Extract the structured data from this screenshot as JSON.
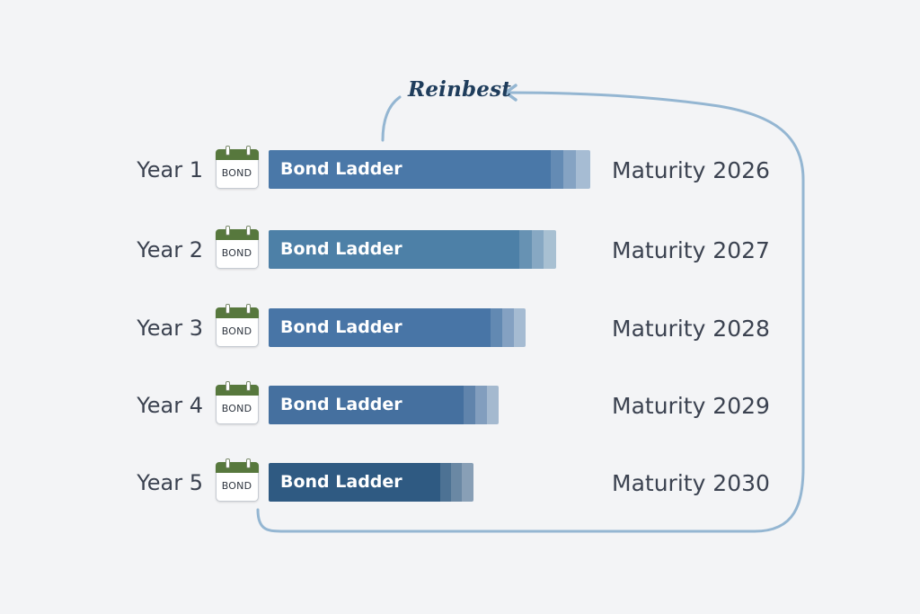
{
  "reinvest_label": "Reinbest",
  "colors": {
    "loop_arrow": "#94b6d2",
    "calendar_top": "#57783d"
  },
  "rows": [
    {
      "year": "Year 1",
      "icon_text": "BOND",
      "bar_label": "Bond Ladder",
      "maturity": "Maturity 2026",
      "bar_color": "#4a78a8"
    },
    {
      "year": "Year 2",
      "icon_text": "BOND",
      "bar_label": "Bond Ladder",
      "maturity": "Maturity 2027",
      "bar_color": "#4d80a7"
    },
    {
      "year": "Year 3",
      "icon_text": "BOND",
      "bar_label": "Bond Ladder",
      "maturity": "Maturity 2028",
      "bar_color": "#4875a6"
    },
    {
      "year": "Year 4",
      "icon_text": "BOND",
      "bar_label": "Bond Ladder",
      "maturity": "Maturity 2029",
      "bar_color": "#45709f"
    },
    {
      "year": "Year 5",
      "icon_text": "BOND",
      "bar_label": "Bond Ladder",
      "maturity": "Maturity 2030",
      "bar_color": "#2f5a82"
    }
  ]
}
